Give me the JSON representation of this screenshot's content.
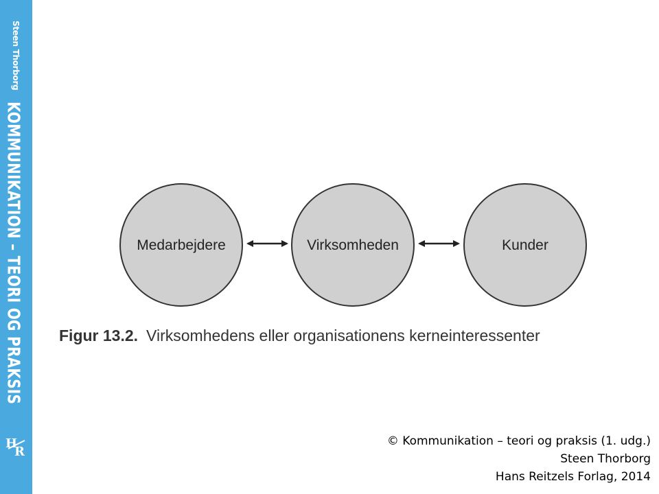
{
  "spine": {
    "author": "Steen Thorborg",
    "title": "KOMMUNIKATION – TEORI OG PRAKSIS",
    "logo": "HR",
    "color": "#4aa9df"
  },
  "diagram": {
    "nodes": [
      {
        "label": "Medarbejdere"
      },
      {
        "label": "Virksomheden"
      },
      {
        "label": "Kunder"
      }
    ],
    "node_fill": "#d0d0d0",
    "node_stroke": "#333333",
    "connectors": [
      {
        "from": "Medarbejdere",
        "to": "Virksomheden",
        "direction": "both"
      },
      {
        "from": "Virksomheden",
        "to": "Kunder",
        "direction": "both"
      }
    ]
  },
  "caption": {
    "number": "Figur 13.2.",
    "text": "Virksomhedens eller organisationens kerneinteressenter"
  },
  "copyright": {
    "line1": "© Kommunikation – teori og praksis (1. udg.)",
    "line2": "Steen Thorborg",
    "line3": "Hans Reitzels Forlag, 2014"
  }
}
